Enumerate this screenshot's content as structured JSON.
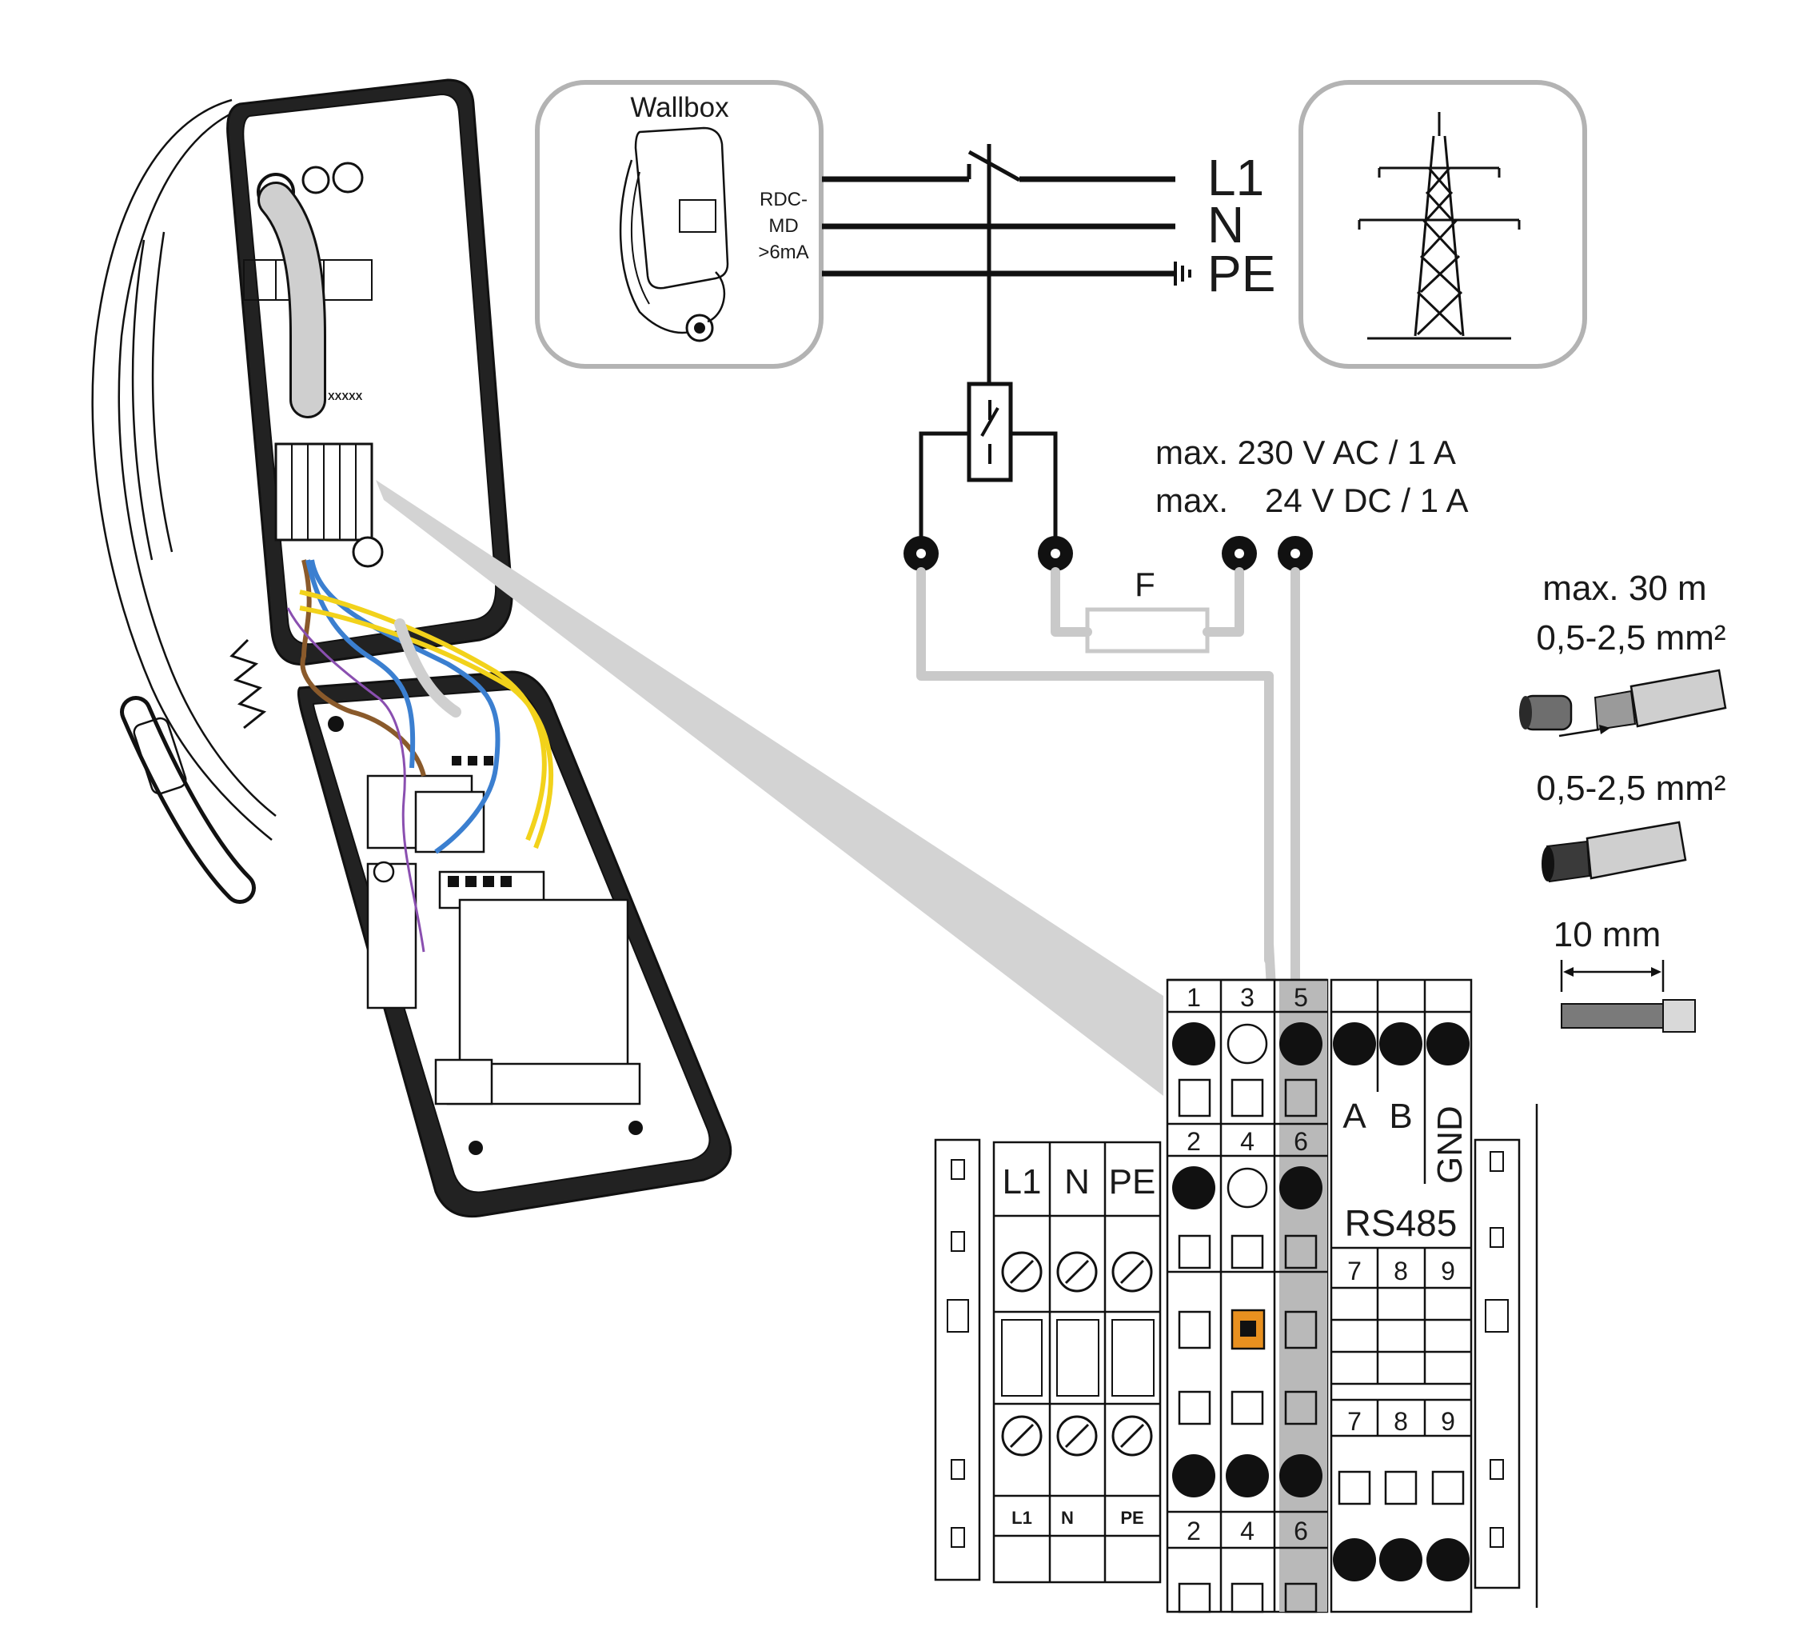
{
  "wallbox_panel": {
    "title": "Wallbox",
    "rdc_line1": "RDC-",
    "rdc_line2": "MD",
    "rdc_line3": ">6mA"
  },
  "supply_lines": {
    "l1": "L1",
    "n": "N",
    "pe": "PE"
  },
  "relay_ratings": {
    "ac": "max. 230 V AC / 1 A",
    "dc_prefix": "max.",
    "dc_value": "24 V DC / 1 A"
  },
  "fuse_label": "F",
  "cable_specs": {
    "length": "max. 30 m",
    "cross_section_ferrule": "0,5-2,5 mm²",
    "cross_section_stranded": "0,5-2,5 mm²",
    "strip_length": "10 mm"
  },
  "terminal_block": {
    "relay_top_numbers": [
      "1",
      "3",
      "5"
    ],
    "relay_mid_numbers": [
      "2",
      "4",
      "6"
    ],
    "relay_bottom_numbers": [
      "2",
      "4",
      "6"
    ],
    "rs485_labels": [
      "A",
      "B",
      "GND"
    ],
    "rs485_title": "RS485",
    "rs485_numbers_upper": [
      "7",
      "8",
      "9"
    ],
    "rs485_numbers_lower": [
      "7",
      "8",
      "9"
    ],
    "power_labels": [
      "L1",
      "N",
      "PE"
    ],
    "power_labels_small": [
      "L1",
      "N",
      "PE"
    ]
  },
  "device_illustration": {
    "marking_text": "XXXXX"
  },
  "colors": {
    "indicator": "#e8901f",
    "wire_brown": "#8a5a2b",
    "wire_blue": "#3b7fd0",
    "wire_yellow": "#f2d21b",
    "cable_grey": "#c9c9c9"
  }
}
